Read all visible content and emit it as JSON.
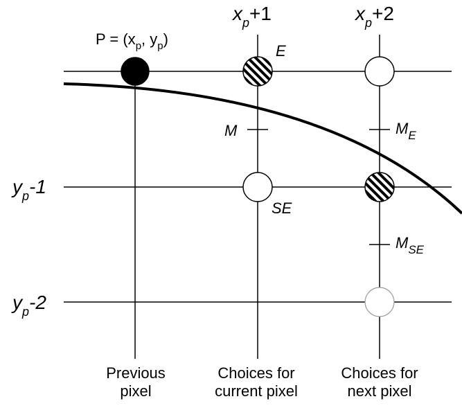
{
  "labels": {
    "point_p": "P = (x",
    "point_p_sub1": "p",
    "point_p_mid": ", y",
    "point_p_sub2": "p",
    "point_p_end": ")",
    "x_plus1_base": "x",
    "x_plus1_sub": "p",
    "x_plus1_tail": "+1",
    "x_plus2_base": "x",
    "x_plus2_sub": "p",
    "x_plus2_tail": "+2",
    "y_minus1_base": "y",
    "y_minus1_sub": "p",
    "y_minus1_tail": "-1",
    "y_minus2_base": "y",
    "y_minus2_sub": "p",
    "y_minus2_tail": "-2",
    "e": "E",
    "se": "SE",
    "m": "M",
    "m_e_base": "M",
    "m_e_sub": "E",
    "m_se_base": "M",
    "m_se_sub": "SE"
  },
  "captions": {
    "previous_line1": "Previous",
    "previous_line2": "pixel",
    "current_line1": "Choices for",
    "current_line2": "current pixel",
    "next_line1": "Choices for",
    "next_line2": "next pixel"
  },
  "colors": {
    "line": "#000000",
    "filled_pixel": "#000000",
    "open_pixel": "#ffffff",
    "faint_pixel_stroke": "#999999"
  }
}
